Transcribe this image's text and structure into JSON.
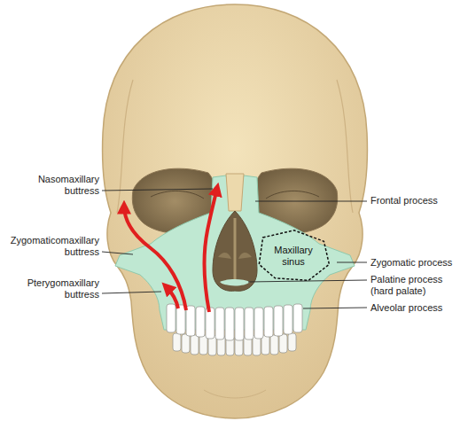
{
  "diagram": {
    "nodes": [
      {
        "text": [
          "Maxillary sinus"
        ]
      }
    ],
    "labels": [
      "Nasomaxillary buttress",
      "Zygomaticomaxillary buttress",
      "Pterygomaxillary buttress",
      "Frontal process",
      "Zygomatic process",
      "Palatine process (hard palate)",
      "Alveolar process"
    ]
  }
}
